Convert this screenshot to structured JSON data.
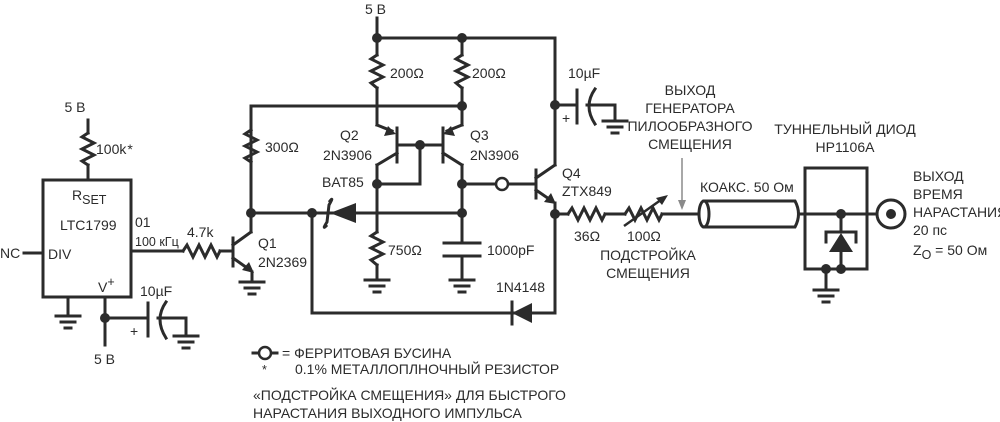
{
  "supply": {
    "v_top": "5 В",
    "v_left": "5 В",
    "v_bottom": "5 В"
  },
  "ic": {
    "name": "LTC1799",
    "rset_main": "R",
    "rset_sub": "SET",
    "pin_div": "DIV",
    "pin_vplus": "V",
    "pin_vplus_sup": "+",
    "pin_out": "01",
    "freq": "100 кГц",
    "nc": "NC"
  },
  "components": {
    "r_set": "100k",
    "r_set_star": "*",
    "r_base": "4.7k",
    "r_300": "300Ω",
    "r_200a": "200Ω",
    "r_200b": "200Ω",
    "r_750": "750Ω",
    "c_1000p": "1000pF",
    "c_10u_left": "10µF",
    "c_10u_right": "10µF",
    "cap_plus": "+",
    "r_36": "36Ω",
    "r_100": "100Ω",
    "d_bat85": "BAT85",
    "d_1n4148": "1N4148",
    "coax": "КОАКС. 50 Ом"
  },
  "transistors": {
    "q1": {
      "ref": "Q1",
      "part": "2N2369"
    },
    "q2": {
      "ref": "Q2",
      "part": "2N3906"
    },
    "q3": {
      "ref": "Q3",
      "part": "2N3906"
    },
    "q4": {
      "ref": "Q4",
      "part": "ZTX849"
    }
  },
  "labels": {
    "ramp_out": [
      "ВЫХОД",
      "ГЕНЕРАТОРА",
      "ПИЛООБРАЗНОГО",
      "СМЕЩЕНИЯ"
    ],
    "bias_trim": [
      "ПОДСТРОЙКА",
      "СМЕЩЕНИЯ"
    ],
    "tunnel_diode": [
      "ТУННЕЛЬНЫЙ ДИОД",
      "HP1106A"
    ],
    "output": [
      "ВЫХОД",
      "ВРЕМЯ",
      "НАРАСТАНИЯ",
      "20 пс"
    ],
    "z0_main": "Z",
    "z0_sub": "O",
    "z0_val": " = 50 Ом"
  },
  "notes": {
    "ferrite": "= ФЕРРИТОВАЯ БУСИНА",
    "star": "*",
    "metal_film": "0.1% МЕТАЛЛОПЛНОЧНЫЙ РЕЗИСТОР",
    "trim_line1": "«ПОДСТРОЙКА СМЕЩЕНИЯ» ДЛЯ БЫСТРОГО",
    "trim_line2": "НАРАСТАНИЯ ВЫХОДНОГО ИМПУЛЬСА"
  }
}
